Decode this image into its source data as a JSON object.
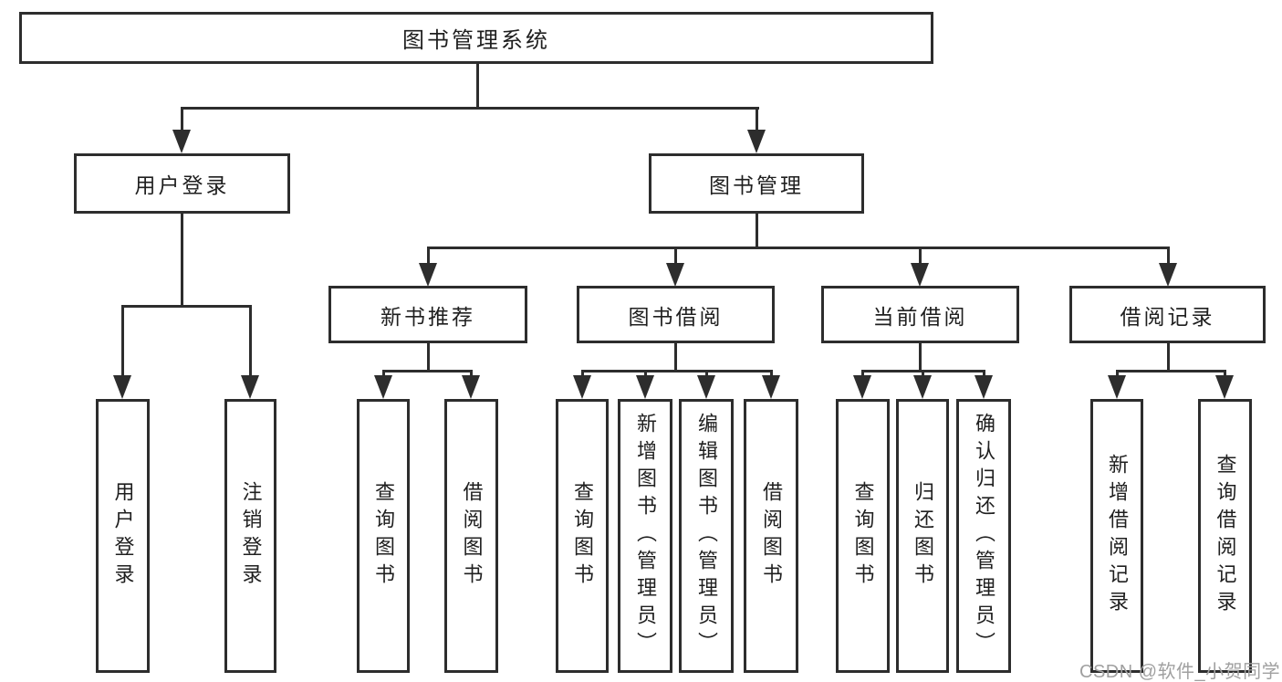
{
  "diagram": {
    "root": {
      "label": "图书管理系统"
    },
    "level2": [
      {
        "label": "用户登录"
      },
      {
        "label": "图书管理"
      }
    ],
    "level3": [
      {
        "label": "新书推荐"
      },
      {
        "label": "图书借阅"
      },
      {
        "label": "当前借阅"
      },
      {
        "label": "借阅记录"
      }
    ],
    "leaves": {
      "user_login": [
        {
          "label": "用户登录"
        },
        {
          "label": "注销登录"
        }
      ],
      "new_book_recommend": [
        {
          "label": "查询图书"
        },
        {
          "label": "借阅图书"
        }
      ],
      "book_borrow": [
        {
          "label": "查询图书"
        },
        {
          "label": "新增图书（管理员）"
        },
        {
          "label": "编辑图书（管理员）"
        },
        {
          "label": "借阅图书"
        }
      ],
      "current_borrow": [
        {
          "label": "查询图书"
        },
        {
          "label": "归还图书"
        },
        {
          "label": "确认归还（管理员）"
        }
      ],
      "borrow_records": [
        {
          "label": "新增借阅记录"
        },
        {
          "label": "查询借阅记录"
        }
      ]
    }
  },
  "watermark": {
    "text": "CSDN @软件_小贺同学"
  },
  "colors": {
    "line": "#2d2d2d",
    "text": "#1f1f1f",
    "watermark": "#a0a0a0",
    "background": "#ffffff"
  }
}
